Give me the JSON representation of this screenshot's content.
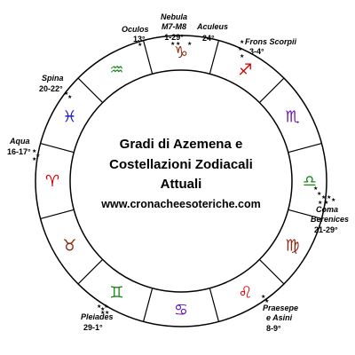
{
  "center": {
    "line1": "Gradi di Azemena e",
    "line2": "Costellazioni Zodiacali",
    "line3": "Attuali",
    "url": "www.cronacheesoteriche.com"
  },
  "signs": [
    {
      "name": "sagittarius",
      "glyph": "♐",
      "color": "#d40000"
    },
    {
      "name": "scorpio",
      "glyph": "♏",
      "color": "#6a0dad"
    },
    {
      "name": "libra",
      "glyph": "♎",
      "color": "#1a8a1a"
    },
    {
      "name": "virgo",
      "glyph": "♍",
      "color": "#8b2a10"
    },
    {
      "name": "leo",
      "glyph": "♌",
      "color": "#d40000"
    },
    {
      "name": "cancer",
      "glyph": "♋",
      "color": "#6a0dad"
    },
    {
      "name": "gemini",
      "glyph": "♊",
      "color": "#1a8a1a"
    },
    {
      "name": "taurus",
      "glyph": "♉",
      "color": "#8b2a10"
    },
    {
      "name": "aries",
      "glyph": "♈",
      "color": "#d40000"
    },
    {
      "name": "pisces",
      "glyph": "♓",
      "color": "#1a1acc"
    },
    {
      "name": "aquarius",
      "glyph": "♒",
      "color": "#1a8a1a"
    },
    {
      "name": "capricorn",
      "glyph": "♑",
      "color": "#8b2a10"
    }
  ],
  "stars": [
    {
      "name": "Oculos",
      "degrees": "13°"
    },
    {
      "name": "Nebula M7-M8",
      "degrees": "1-29°"
    },
    {
      "name": "Aculeus",
      "degrees": "24°"
    },
    {
      "name": "Frons Scorpii",
      "degrees": "3-4°"
    },
    {
      "name": "Spina",
      "degrees": "20-22°"
    },
    {
      "name": "Aqua",
      "degrees": "16-17°"
    },
    {
      "name": "Coma Berenices",
      "degrees": "21-29°"
    },
    {
      "name": "Praesepe e Asini",
      "degrees": "8-9°"
    },
    {
      "name": "Pleiades",
      "degrees": "29-1°"
    }
  ],
  "star_glyph": "★"
}
